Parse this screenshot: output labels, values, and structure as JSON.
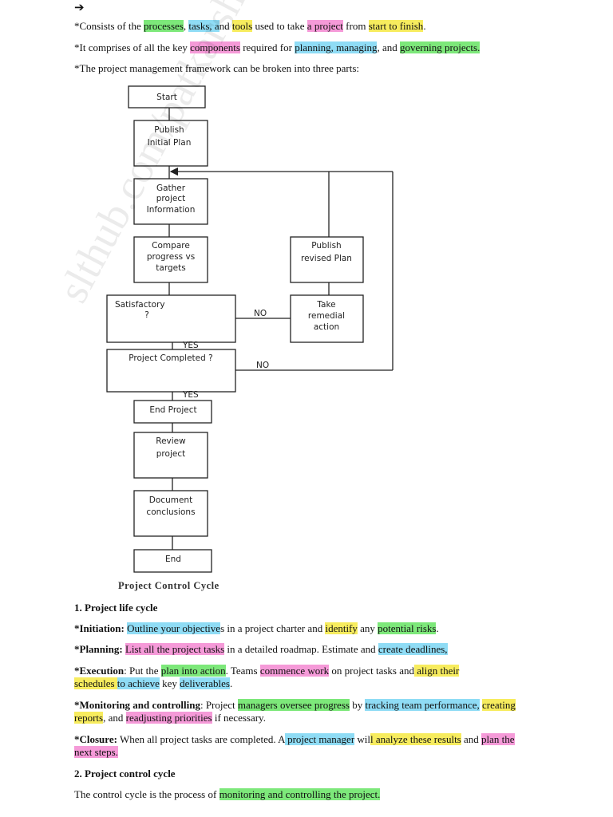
{
  "arrow_glyph": "➔",
  "intro": {
    "l1": {
      "a": "*Consists of the ",
      "b": "processes",
      "c": ", ",
      "d": "tasks, a",
      "e": "nd ",
      "f": "tools",
      "g": " used to take ",
      "h": "a project",
      "i": " from ",
      "j": "start to finish",
      "k": "."
    },
    "l2": {
      "a": "*It comprises of all the key ",
      "b": "components",
      "c": " required for ",
      "d": "planning, managing",
      "e": ", and ",
      "f": "governing projects."
    },
    "l3": "*The project management framework can be broken into three parts:"
  },
  "flowchart": {
    "start": "Start",
    "publish_initial_1": "Publish",
    "publish_initial_2": "Initial Plan",
    "gather_1": "Gather",
    "gather_2": "project",
    "gather_3": "Information",
    "compare_1": "Compare",
    "compare_2": "progress vs",
    "compare_3": "targets",
    "publish_revised_1": "Publish",
    "publish_revised_2": "revised Plan",
    "satisfactory_1": "Satisfactory",
    "satisfactory_2": "?",
    "no_1": "NO",
    "remedial_1": "Take",
    "remedial_2": "remedial",
    "remedial_3": "action",
    "yes_1": "YES",
    "completed": "Project Completed ?",
    "no_2": "NO",
    "yes_2": "YES",
    "end_project": "End Project",
    "review_1": "Review",
    "review_2": "project",
    "document_1": "Document",
    "document_2": "conclusions",
    "end": "End",
    "caption": "Project Control Cycle",
    "watermark": "slthub.com/patkarshubh"
  },
  "section1": {
    "heading": "1. Project life cycle",
    "initiation": {
      "label": "*Initiation:",
      "a": " ",
      "b": "Outline your objective",
      "c": "s in a project charter and ",
      "d": "identify",
      "e": " any ",
      "f": "potential risks",
      "g": "."
    },
    "planning": {
      "label": "*Planning:",
      "a": " ",
      "b": "List all the project tasks",
      "c": " in a detailed roadmap. Estimate and ",
      "d": "create deadlines,"
    },
    "execution": {
      "label": "*Execution",
      "a": ": Put the ",
      "b": "plan into action",
      "c": ". Teams ",
      "d": "commence work",
      "e": " on project tasks and",
      "f": " align their schedules ",
      "g": "to achieve",
      "h": " key ",
      "i": "deliverables",
      "j": "."
    },
    "monitoring": {
      "label": "*Monitoring and controlling",
      "a": ": Project ",
      "b": "managers oversee progress",
      "c": " by ",
      "d": "tracking team performance,",
      "e": " ",
      "f": "creating reports",
      "g": ", and ",
      "h": "readjusting priorities",
      "i": " if necessary."
    },
    "closure": {
      "label": "*Closure:",
      "a": "  When all project tasks are completed. A",
      "b": " project manager",
      "c": " wil",
      "d": "l analyze these results",
      "e": " and ",
      "f": "plan the next steps."
    }
  },
  "section2": {
    "heading": "2. Project control cycle",
    "l1": {
      "a": "The control cycle is the process of ",
      "b": "monitoring and controlling the project."
    }
  }
}
